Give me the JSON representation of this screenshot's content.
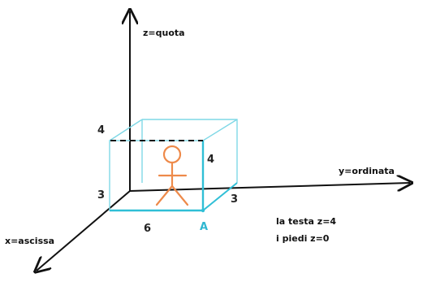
{
  "axes": {
    "z_label": "z=quota",
    "y_label": "y=ordinata",
    "x_label": "x=ascissa"
  },
  "numbers": {
    "top_left": "4",
    "figure_height": "4",
    "left_depth": "3",
    "bottom_width": "6",
    "right_depth": "3"
  },
  "point": {
    "label": "A"
  },
  "notes": {
    "line1": "la testa z=4",
    "line2": "i piedi z=0"
  },
  "colors": {
    "axis": "#111111",
    "box": "#7fd8e6",
    "box_strong": "#30bfd6",
    "figure": "#ee8a4a",
    "dashed": "#111111",
    "point_label": "#2fb7d1"
  }
}
